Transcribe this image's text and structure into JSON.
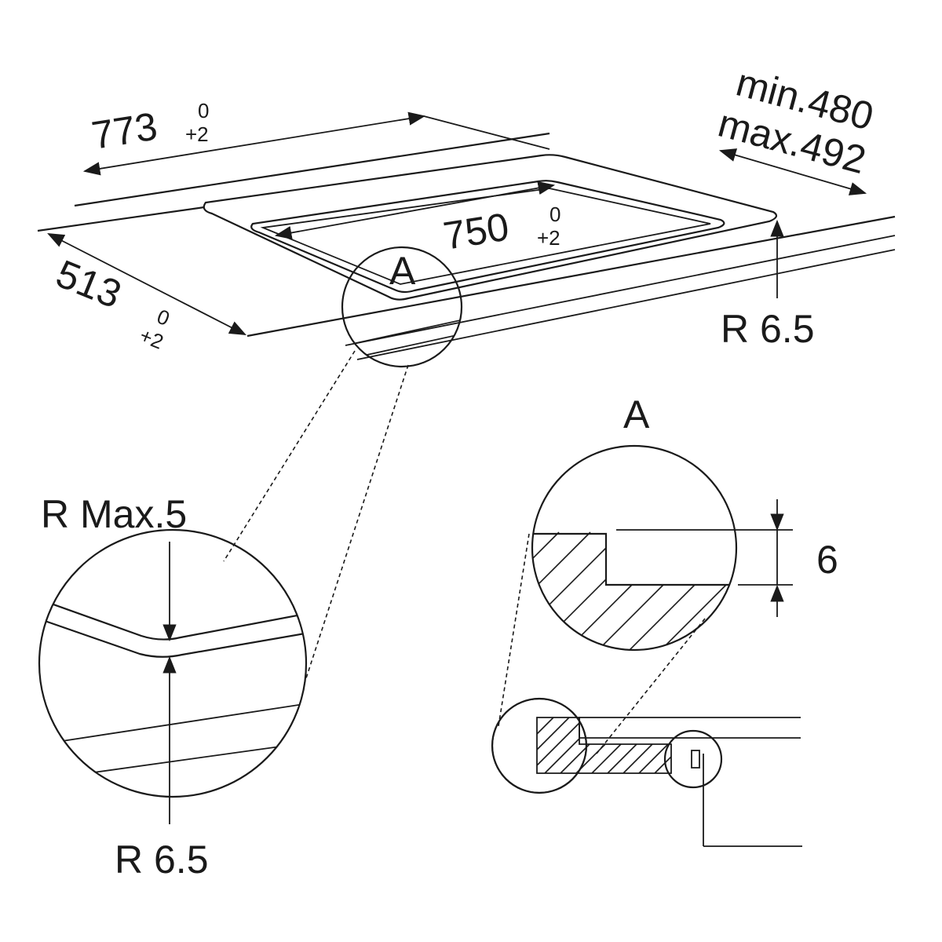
{
  "dimensions": {
    "total_length": {
      "value": "773",
      "tol_upper": "0",
      "tol_lower": "+2"
    },
    "cutout_length": {
      "value": "750",
      "tol_upper": "0",
      "tol_lower": "+2"
    },
    "cutout_depth": {
      "value": "513",
      "tol_upper": "0",
      "tol_lower": "+2"
    },
    "worktop_depth_min": "min.480",
    "worktop_depth_max": "max.492",
    "corner_radius_top": "R 6.5",
    "detail_radius_max": "R Max.5",
    "detail_radius": "R 6.5",
    "rebate_depth": "6"
  },
  "detail_label_top": "A",
  "detail_label_section": "A",
  "colors": {
    "line": "#1a1a1a",
    "background": "#ffffff"
  }
}
